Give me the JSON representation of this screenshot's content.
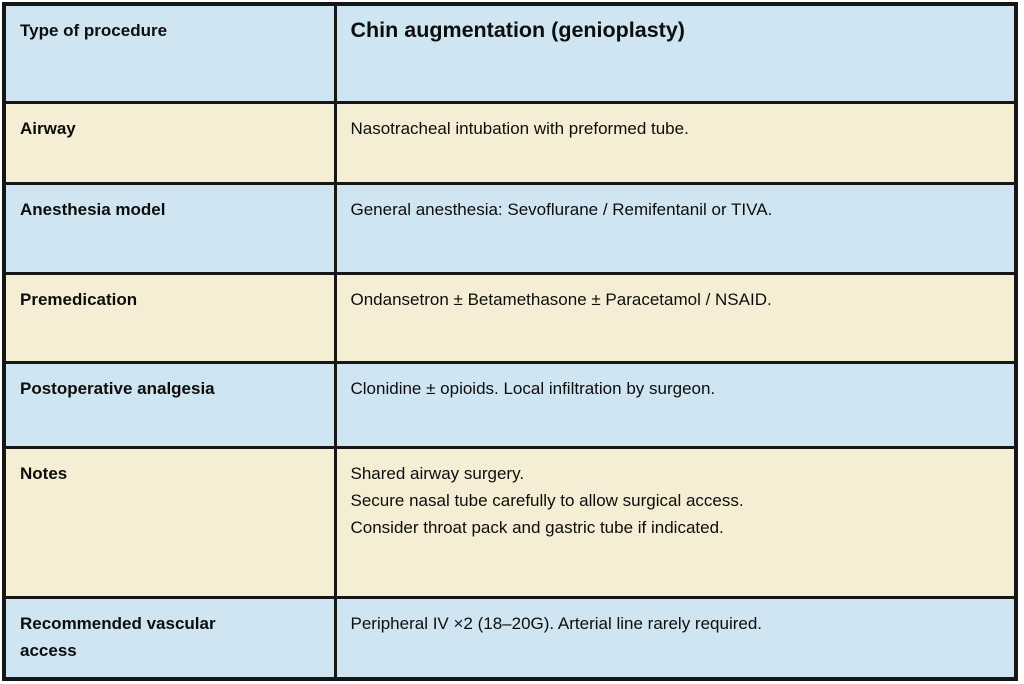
{
  "table": {
    "title_row": {
      "label": "Type of procedure",
      "value": "Chin augmentation (genioplasty)"
    },
    "rows": [
      {
        "label": "Type of procedure",
        "value": "Chin augmentation (genioplasty)"
      },
      {
        "label": "Airway",
        "value": "Nasotracheal intubation with preformed tube."
      },
      {
        "label": "Anesthesia model",
        "value": "General anesthesia: Sevoflurane / Remifentanil or TIVA."
      },
      {
        "label": "Premedication",
        "value": "Ondansetron ± Betamethasone ± Paracetamol / NSAID."
      },
      {
        "label": "Postoperative analgesia",
        "value": "Clonidine ± opioids. Local infiltration by surgeon."
      },
      {
        "label": "Notes",
        "value": "Shared airway surgery.\nSecure nasal tube carefully to allow surgical access.\nConsider throat pack and gastric tube if indicated."
      },
      {
        "label": "Recommended vascular\naccess",
        "value": "Peripheral IV ×2 (18–20G). Arterial line rarely required."
      }
    ],
    "colors": {
      "row_blue": "#cfe5f1",
      "row_cream": "#f5eed4",
      "border": "#161616",
      "text": "#0d0d0d"
    }
  }
}
